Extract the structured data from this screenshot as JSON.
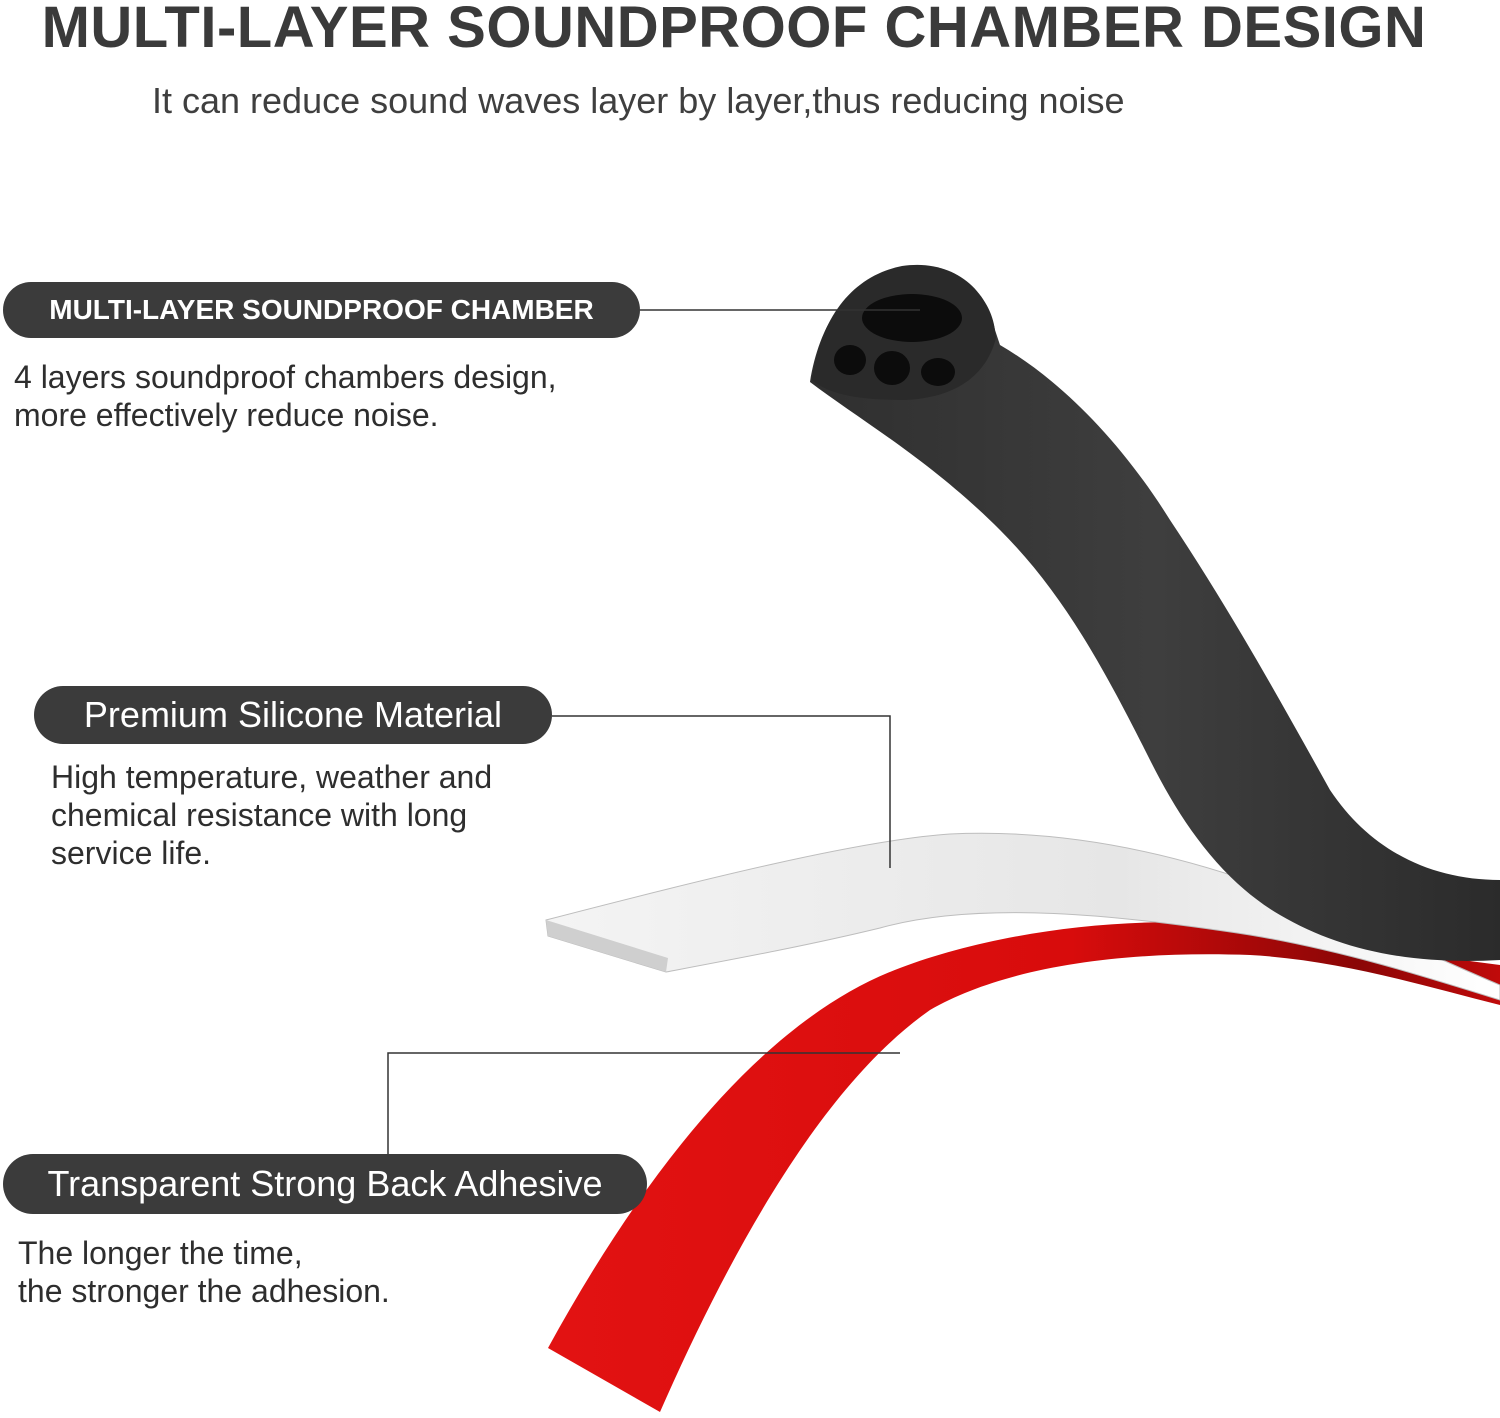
{
  "header": {
    "title": "MULTI-LAYER SOUNDPROOF CHAMBER DESIGN",
    "subtitle": "It can reduce sound waves layer by layer,thus reducing noise"
  },
  "features": [
    {
      "label": "MULTI-LAYER SOUNDPROOF CHAMBER",
      "description": [
        "4 layers soundproof chambers design,",
        "more effectively reduce noise."
      ]
    },
    {
      "label": "Premium Silicone Material",
      "description": [
        "High temperature, weather and",
        "chemical resistance with long",
        "service life."
      ]
    },
    {
      "label": "Transparent Strong Back Adhesive",
      "description": [
        "The longer the time,",
        "the stronger the adhesion."
      ]
    }
  ],
  "colors": {
    "pill_background": "#3b3b3b",
    "seal_strip": "#3a3a3a",
    "silicone_layer": "#ededed",
    "adhesive_liner": "#e01010"
  }
}
